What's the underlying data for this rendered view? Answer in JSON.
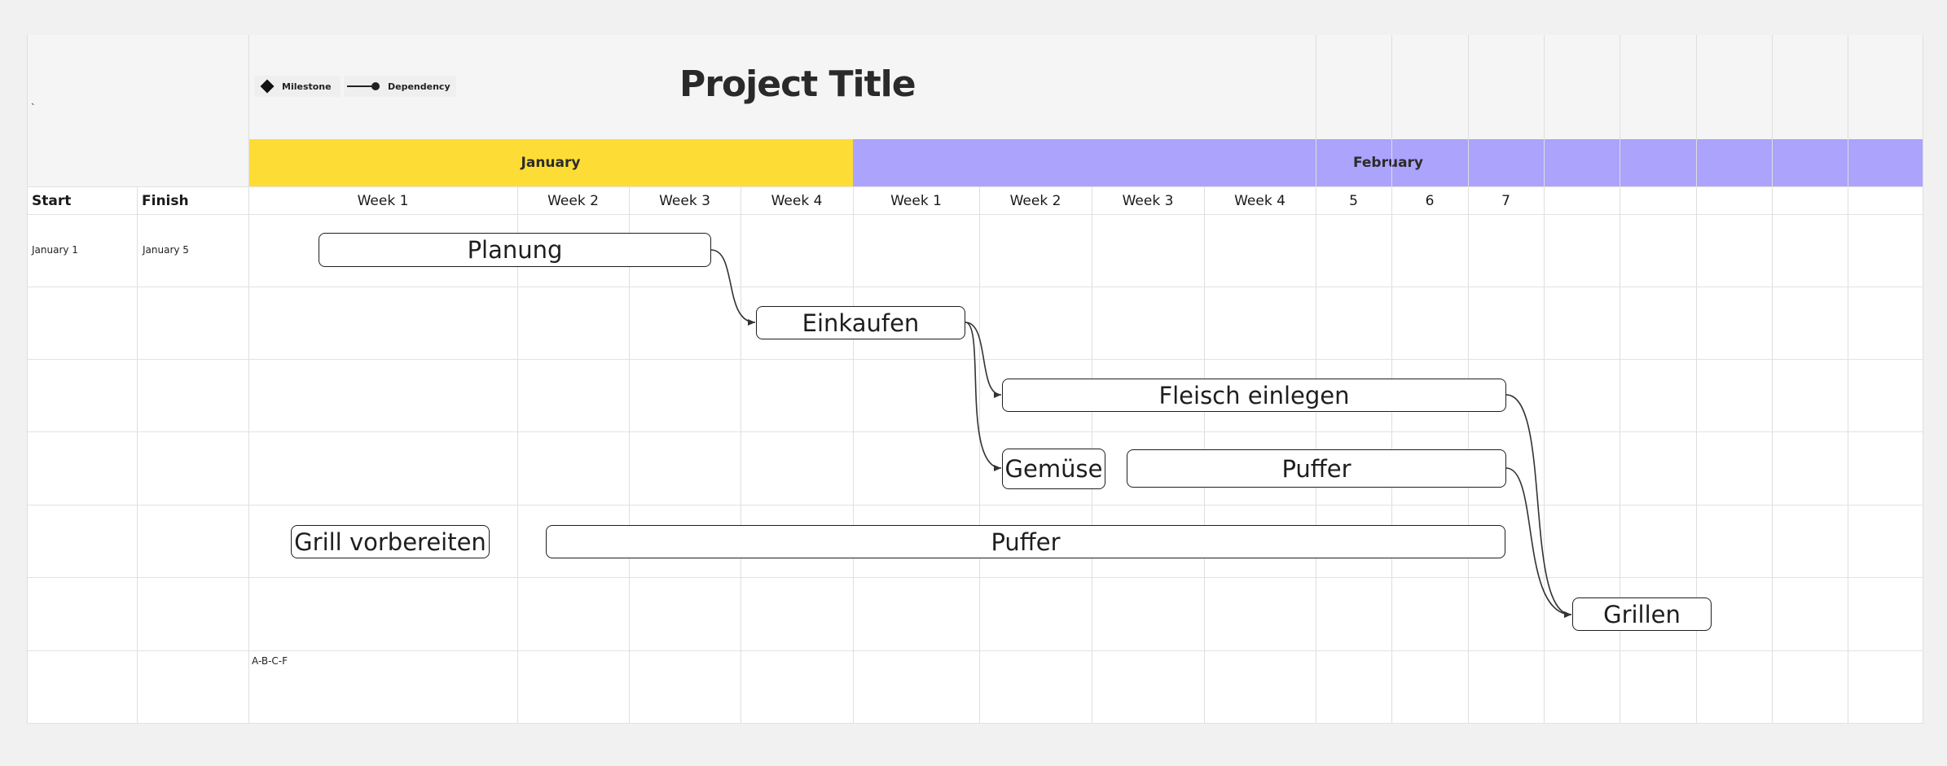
{
  "project": {
    "title": "Project Title",
    "corner_mark": "`",
    "note": "A-B-C-F"
  },
  "legend": {
    "milestone_label": "Milestone",
    "dependency_label": "Dependency"
  },
  "columns": {
    "start_label": "Start",
    "finish_label": "Finish"
  },
  "months": [
    {
      "name": "January",
      "color": "#fddd35"
    },
    {
      "name": "February",
      "color": "#aba3fc"
    }
  ],
  "timeline_headers": [
    "Week 1",
    "Week 2",
    "Week 3",
    "Week 4",
    "Week 1",
    "Week 2",
    "Week 3",
    "Week 4",
    "5",
    "6",
    "7"
  ],
  "rows": [
    {
      "start": "January 1",
      "finish": "January 5"
    }
  ],
  "tasks": [
    {
      "id": "planung",
      "label": "Planung"
    },
    {
      "id": "einkaufen",
      "label": "Einkaufen"
    },
    {
      "id": "fleisch",
      "label": "Fleisch einlegen"
    },
    {
      "id": "gemuese",
      "label": "Gemüse"
    },
    {
      "id": "puffer1",
      "label": "Puffer"
    },
    {
      "id": "grill",
      "label": "Grill vorbereiten"
    },
    {
      "id": "puffer2",
      "label": "Puffer"
    },
    {
      "id": "grillen",
      "label": "Grillen"
    }
  ]
}
